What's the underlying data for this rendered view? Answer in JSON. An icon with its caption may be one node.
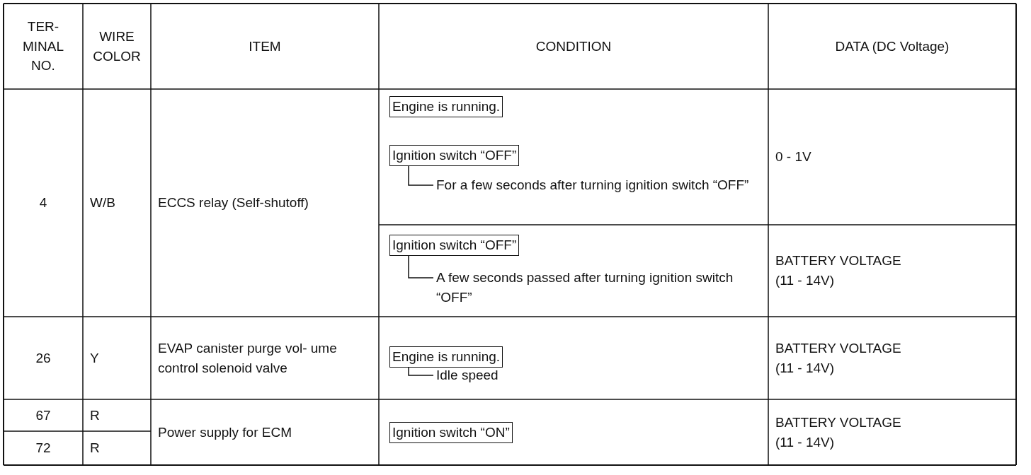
{
  "diagram": {
    "nodes": [
      {
        "text": [
          "Engine is running."
        ]
      },
      {
        "text": [
          "Ignition switch “OFF”"
        ]
      },
      {
        "text": [
          "For a few seconds after turning ignition switch “OFF”"
        ]
      },
      {
        "text": [
          "Ignition switch “OFF”"
        ]
      },
      {
        "text": [
          "A few seconds passed after turning ignition switch “OFF”"
        ]
      },
      {
        "text": [
          "Engine is running."
        ]
      },
      {
        "text": [
          "Idle speed"
        ]
      },
      {
        "text": [
          "Ignition switch “ON”"
        ]
      }
    ],
    "edges": [
      {
        "from": 1,
        "to": 2,
        "arrow": "none"
      },
      {
        "from": 3,
        "to": 4,
        "arrow": "none"
      },
      {
        "from": 5,
        "to": 6,
        "arrow": "none"
      }
    ],
    "labels": [
      "TER- MINAL NO.",
      "WIRE COLOR",
      "ITEM",
      "CONDITION",
      "DATA (DC Voltage)",
      "4",
      "W/B",
      "ECCS relay (Self-shutoff)",
      "0 - 1V",
      "BATTERY VOLTAGE (11 - 14V)",
      "26",
      "Y",
      "EVAP canister purge vol- ume control solenoid valve",
      "BATTERY VOLTAGE (11 - 14V)",
      "67",
      "R",
      "Power supply for ECM",
      "BATTERY VOLTAGE (11 - 14V)",
      "72",
      "R"
    ]
  }
}
